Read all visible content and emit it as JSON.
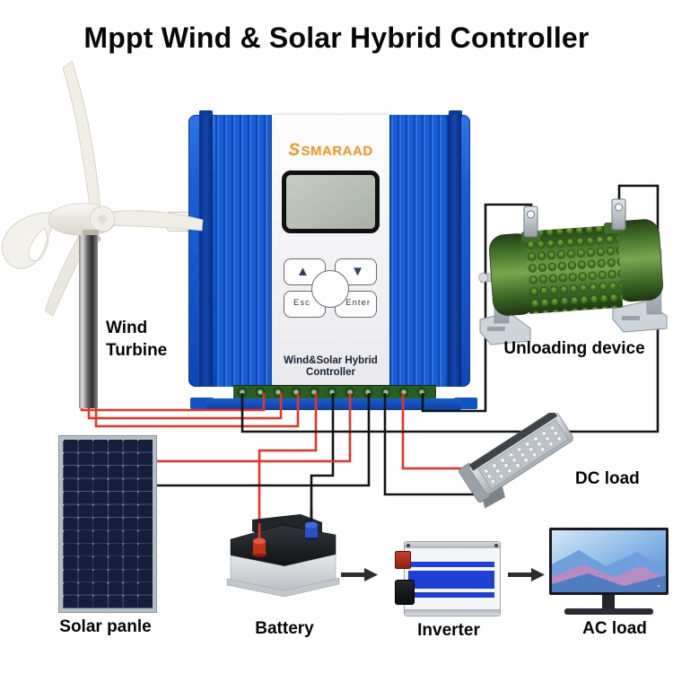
{
  "title": "Mppt Wind & Solar Hybrid Controller",
  "controller": {
    "brand": "SMARAAD",
    "panel_label_line1": "Wind&Solar Hybrid",
    "panel_label_line2": "Controller",
    "buttons": {
      "up": "▲",
      "down": "▼",
      "esc": "Esc",
      "enter": "Enter"
    }
  },
  "labels": {
    "wind_turbine_line1": "Wind",
    "wind_turbine_line2": "Turbine",
    "unloading_device": "Unloading device",
    "dc_load": "DC load",
    "solar_panel": "Solar panle",
    "battery": "Battery",
    "inverter": "Inverter",
    "ac_load": "AC load"
  },
  "colors": {
    "positive_wire_red": "#e93329",
    "negative_wire_black": "#141414",
    "controller_blue": "#1356cc",
    "brand_orange": "#f7941d",
    "resistor_green": "#4a7a2e",
    "lcd_screen": "#b7beb3"
  }
}
